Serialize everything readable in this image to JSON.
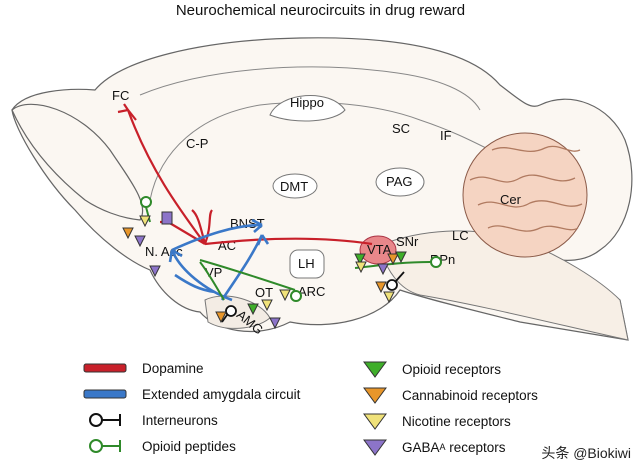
{
  "title": "Neurochemical neurocircuits in drug reward",
  "regions": {
    "fc": "FC",
    "cp": "C-P",
    "hippo": "Hippo",
    "sc": "SC",
    "if": "IF",
    "dmt": "DMT",
    "pag": "PAG",
    "cer": "Cer",
    "bnst": "BNST",
    "nacc": "N. Acc",
    "ac": "AC",
    "vp": "VP",
    "lh": "LH",
    "vta": "VTA",
    "snr": "SNr",
    "lc": "LC",
    "rpn": "RPn",
    "ot": "OT",
    "arc": "ARC",
    "amg": "AMG"
  },
  "legend": {
    "dopamine": "Dopamine",
    "amygdala": "Extended amygdala circuit",
    "interneurons": "Interneurons",
    "opioid_peptides": "Opioid peptides",
    "opioid_receptors": "Opioid receptors",
    "cannabinoid_receptors": "Cannabinoid receptors",
    "nicotine_receptors": "Nicotine receptors",
    "gaba_receptors": "GABA",
    "gaba_sub": "A",
    "gaba_tail": " receptors"
  },
  "colors": {
    "dopamine": "#c8202a",
    "amygdala": "#3a78c8",
    "opioid_peptide": "#2f8a2a",
    "opioid_receptor": "#3fae2a",
    "cannabinoid_receptor": "#e8962a",
    "nicotine_receptor": "#f0e27a",
    "gaba_receptor": "#8c74c9"
  },
  "watermark": "头条 @Biokiwi"
}
